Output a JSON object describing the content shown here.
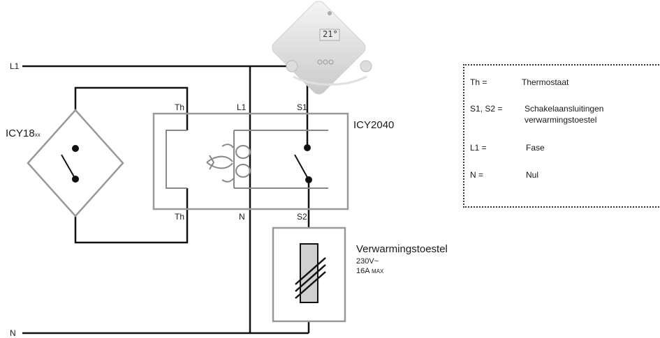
{
  "lines": {
    "phase": "L1",
    "neutral": "N"
  },
  "relay": {
    "name": "ICY2040",
    "terminals": {
      "th_top": "Th",
      "l1": "L1",
      "s1": "S1",
      "th_bottom": "Th",
      "n": "N",
      "s2": "S2"
    }
  },
  "sensor": {
    "name": "ICY18",
    "suffix": "xx"
  },
  "heater": {
    "name": "Verwarmingstoestel",
    "voltage": "230V~",
    "current": "16A",
    "current_suffix": "MAX"
  },
  "thermostat_display": {
    "temperature": "21°"
  },
  "legend": [
    {
      "key": "Th =",
      "value": "Thermostaat"
    },
    {
      "key": "S1, S2 =",
      "value": "Schakelaansluitingen",
      "value2": "verwarmingstoestel"
    },
    {
      "key": "L1 =",
      "value": "Fase"
    },
    {
      "key": "N =",
      "value": "Nul"
    }
  ],
  "colors": {
    "wire": "#111111",
    "box": "#9a9a9a",
    "heater_fill": "#d0d0d0"
  }
}
